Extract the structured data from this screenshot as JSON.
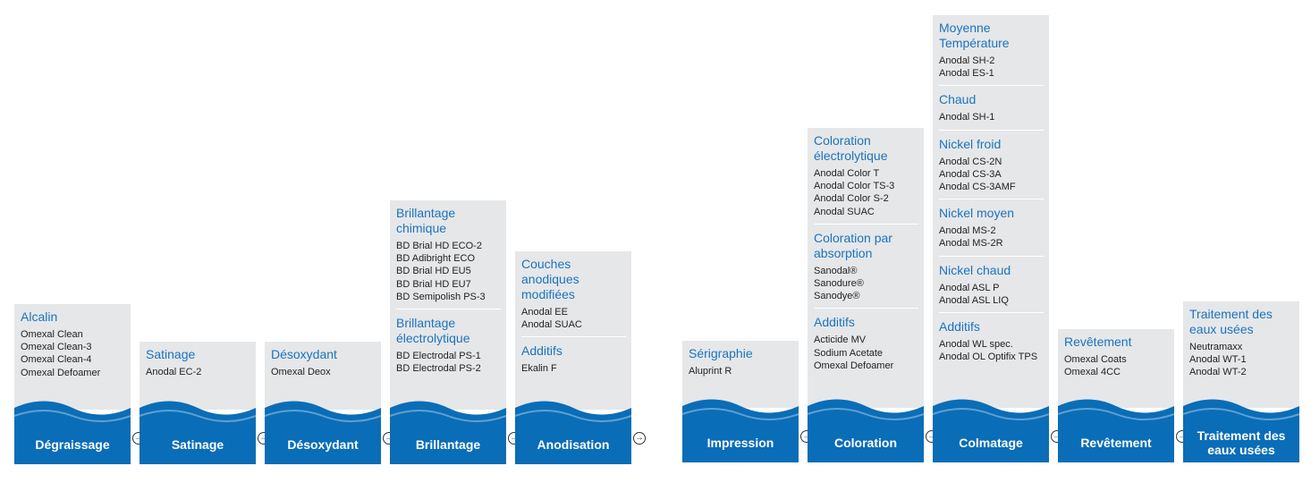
{
  "colors": {
    "accent": "#1a74bf",
    "base": "#0a6db7",
    "card": "#e6e7e9"
  },
  "stages": [
    {
      "label": "Dégraissage",
      "sections": [
        {
          "title": "Alcalin",
          "items": [
            "Omexal Clean",
            "Omexal Clean-3",
            "Omexal Clean-4",
            "Omexal Defoamer"
          ]
        }
      ]
    },
    {
      "label": "Satinage",
      "sections": [
        {
          "title": "Satinage",
          "items": [
            "Anodal EC-2"
          ]
        }
      ]
    },
    {
      "label": "Désoxydant",
      "sections": [
        {
          "title": "Désoxydant",
          "items": [
            "Omexal Deox"
          ]
        }
      ]
    },
    {
      "label": "Brillantage",
      "sections": [
        {
          "title": "Brillantage chimique",
          "items": [
            "BD Brial HD ECO-2",
            "BD Adibright ECO",
            "BD Brial HD EU5",
            "BD Brial HD EU7",
            "BD Semipolish PS-3"
          ]
        },
        {
          "title": "Brillantage électrolytique",
          "items": [
            "BD Electrodal PS-1",
            "BD Electrodal PS-2"
          ]
        }
      ]
    },
    {
      "label": "Anodisation",
      "sections": [
        {
          "title": "Couches anodiques modifiées",
          "items": [
            "Anodal EE",
            "Anodal SUAC"
          ]
        },
        {
          "title": "Additifs",
          "items": [
            "Ekalin F"
          ]
        }
      ]
    },
    {
      "label": "Impression",
      "sections": [
        {
          "title": "Sérigraphie",
          "items": [
            "Aluprint R"
          ]
        }
      ]
    },
    {
      "label": "Coloration",
      "sections": [
        {
          "title": "Coloration électrolytique",
          "items": [
            "Anodal Color T",
            "Anodal Color TS-3",
            "Anodal Color S-2",
            "Anodal SUAC"
          ]
        },
        {
          "title": "Coloration par absorption",
          "items": [
            "Sanodal®",
            "Sanodure®",
            "Sanodye®"
          ]
        },
        {
          "title": "Additifs",
          "items": [
            "Acticide MV",
            "Sodium Acetate",
            "Omexal Defoamer"
          ]
        }
      ]
    },
    {
      "label": "Colmatage",
      "sections": [
        {
          "title": "Moyenne Température",
          "items": [
            "Anodal SH-2",
            "Anodal ES-1"
          ]
        },
        {
          "title": "Chaud",
          "items": [
            "Anodal SH-1"
          ]
        },
        {
          "title": "Nickel froid",
          "items": [
            "Anodal CS-2N",
            "Anodal CS-3A",
            "Anodal CS-3AMF"
          ]
        },
        {
          "title": "Nickel moyen",
          "items": [
            "Anodal MS-2",
            "Anodal MS-2R"
          ]
        },
        {
          "title": "Nickel chaud",
          "items": [
            "Anodal ASL P",
            "Anodal ASL LIQ"
          ]
        },
        {
          "title": "Additifs",
          "items": [
            "Anodal WL spec.",
            "Anodal OL Optifix TPS"
          ]
        }
      ]
    },
    {
      "label": "Revêtement",
      "sections": [
        {
          "title": "Revêtement",
          "items": [
            "Omexal Coats",
            "Omexal 4CC"
          ]
        }
      ]
    },
    {
      "label": "Traitement des eaux usées",
      "sections": [
        {
          "title": "Traitement des eaux usées",
          "items": [
            "Neutramaxx",
            "Anodal WT-1",
            "Anodal WT-2"
          ]
        }
      ]
    }
  ]
}
